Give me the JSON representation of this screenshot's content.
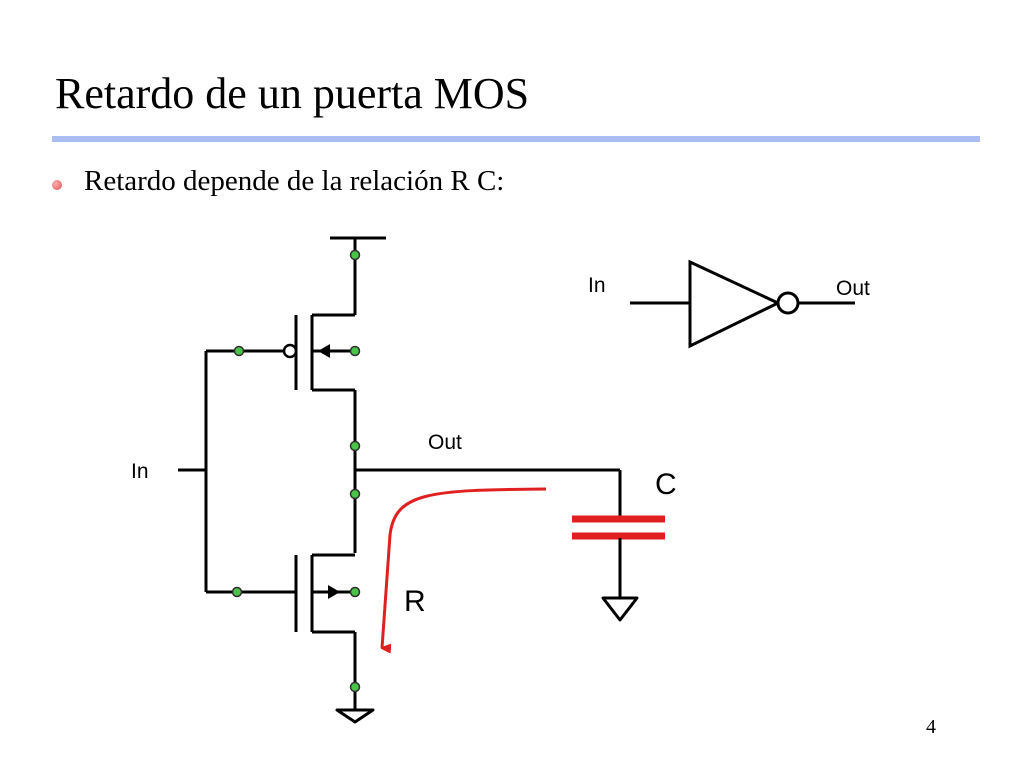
{
  "slide": {
    "title": "Retardo de un puerta MOS",
    "bullet": "Retardo depende de la relación R C:",
    "page_number": "4"
  },
  "circuit": {
    "input_label": "In",
    "output_label": "Out",
    "capacitor_label": "C",
    "resistance_label": "R"
  },
  "inverter_symbol": {
    "input_label": "In",
    "output_label": "Out"
  },
  "colors": {
    "title_rule": "#a9bdf2",
    "bullet": "#e05050",
    "node_dot": "#4cc24a",
    "capacitor": "#e02020",
    "current_path": "#e02020"
  }
}
